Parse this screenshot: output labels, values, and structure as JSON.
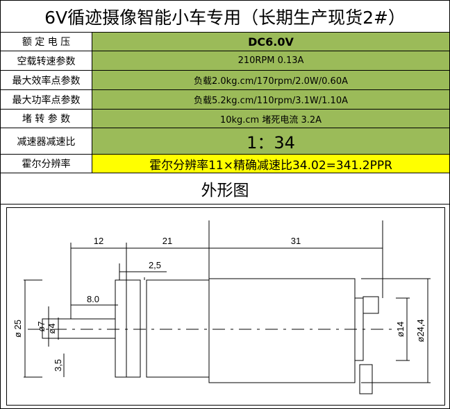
{
  "title": "6V循迹摄像智能小车专用（长期生产现货2#）",
  "specs": [
    {
      "label": "额 定 电 压",
      "value": "DC6.0V"
    },
    {
      "label": "空载转速参数",
      "value": "210RPM 0.13A"
    },
    {
      "label": "最大效率点参数",
      "value": "负载2.0kg.cm/170rpm/2.0W/0.60A"
    },
    {
      "label": "最大功率点参数",
      "value": "负载5.2kg.cm/110rpm/3.1W/1.10A"
    },
    {
      "label": "堵 转 参 数",
      "value": "10kg.cm  堵死电流 3.2A"
    },
    {
      "label": "减速器减速比",
      "value": "1：34"
    },
    {
      "label": "霍尔分辨率",
      "value": "霍尔分辨率11×精确减速比34.02=341.2PPR"
    }
  ],
  "section_title": "外形图",
  "dimensions": {
    "d12": "12",
    "d21": "21",
    "d31": "31",
    "d25": "2,5",
    "d80": "8.0",
    "dia25": "ø 25",
    "dia7": "ø7",
    "dia4": "ø4",
    "d35": "3,5",
    "dia14": "ø14",
    "dia244": "ø24,4"
  },
  "colors": {
    "spec_fill": "#9bbb59",
    "highlight_fill": "#ffff00"
  }
}
